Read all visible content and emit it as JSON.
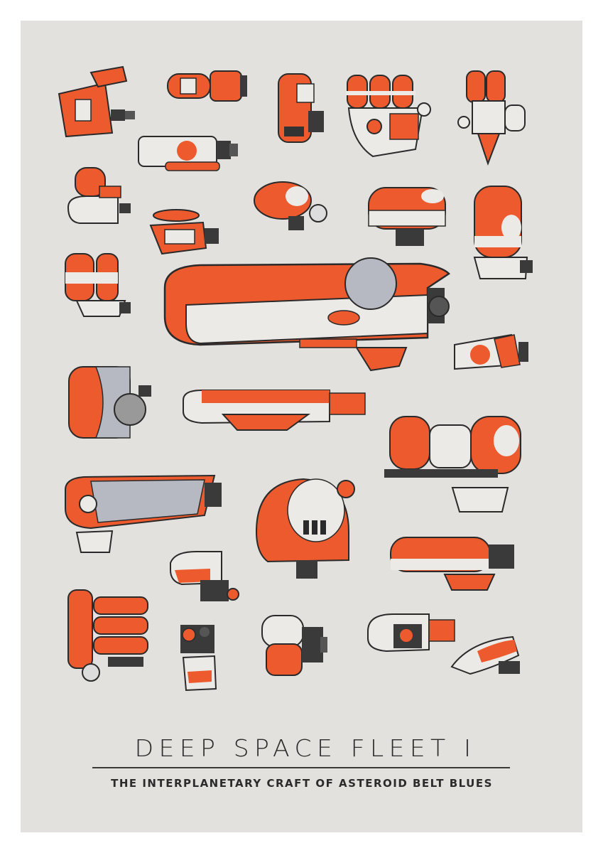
{
  "poster": {
    "title": "DEEP SPACE FLEET I",
    "subtitle": "THE INTERPLANETARY CRAFT OF ASTEROID BELT BLUES"
  },
  "colors": {
    "background": "#e2e1de",
    "hull_orange": "#ec5a2e",
    "hull_white": "#eceae6",
    "hull_gray": "#b6b9c2",
    "ink": "#2a2a2a",
    "text": "#2b2b2b"
  },
  "illustrations": [
    "spacecraft-1",
    "spacecraft-2",
    "spacecraft-3",
    "spacecraft-4",
    "spacecraft-5",
    "spacecraft-6",
    "spacecraft-7",
    "spacecraft-8",
    "spacecraft-9",
    "spacecraft-10",
    "spacecraft-11",
    "spacecraft-12",
    "spacecraft-13",
    "spacecraft-14",
    "spacecraft-15",
    "spacecraft-16",
    "spacecraft-17",
    "spacecraft-18",
    "spacecraft-19",
    "spacecraft-20",
    "spacecraft-21",
    "spacecraft-22",
    "spacecraft-23",
    "spacecraft-24",
    "spacecraft-25",
    "spacecraft-26",
    "spacecraft-27"
  ]
}
